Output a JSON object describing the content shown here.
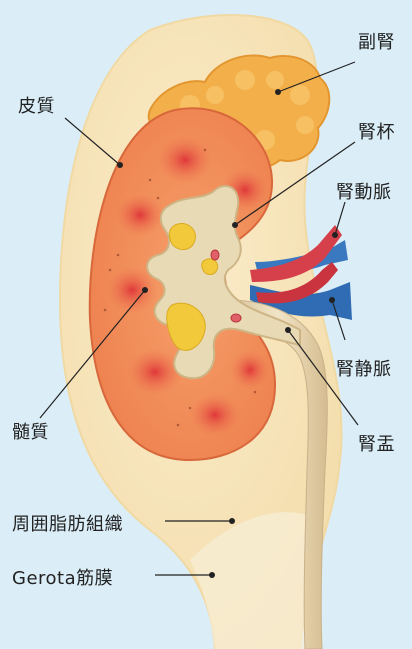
{
  "labels": {
    "adrenal": "副腎",
    "cortex": "皮質",
    "calyx": "腎杯",
    "renal_artery": "腎動脈",
    "renal_vein": "腎静脈",
    "medulla": "髄質",
    "pelvis": "腎盂",
    "perirenal_fat": "周囲脂肪組織",
    "gerota": "Gerota筋膜"
  },
  "colors": {
    "background": "#dbeef8",
    "fat": "#f7e4b6",
    "adrenal": "#f3b04a",
    "cortex": "#f08a55",
    "medulla": "#e8553d",
    "sinus_fat": "#f2c93a",
    "pelvis": "#e7d6b3",
    "artery": "#d6404a",
    "vein": "#2f6cb3"
  }
}
